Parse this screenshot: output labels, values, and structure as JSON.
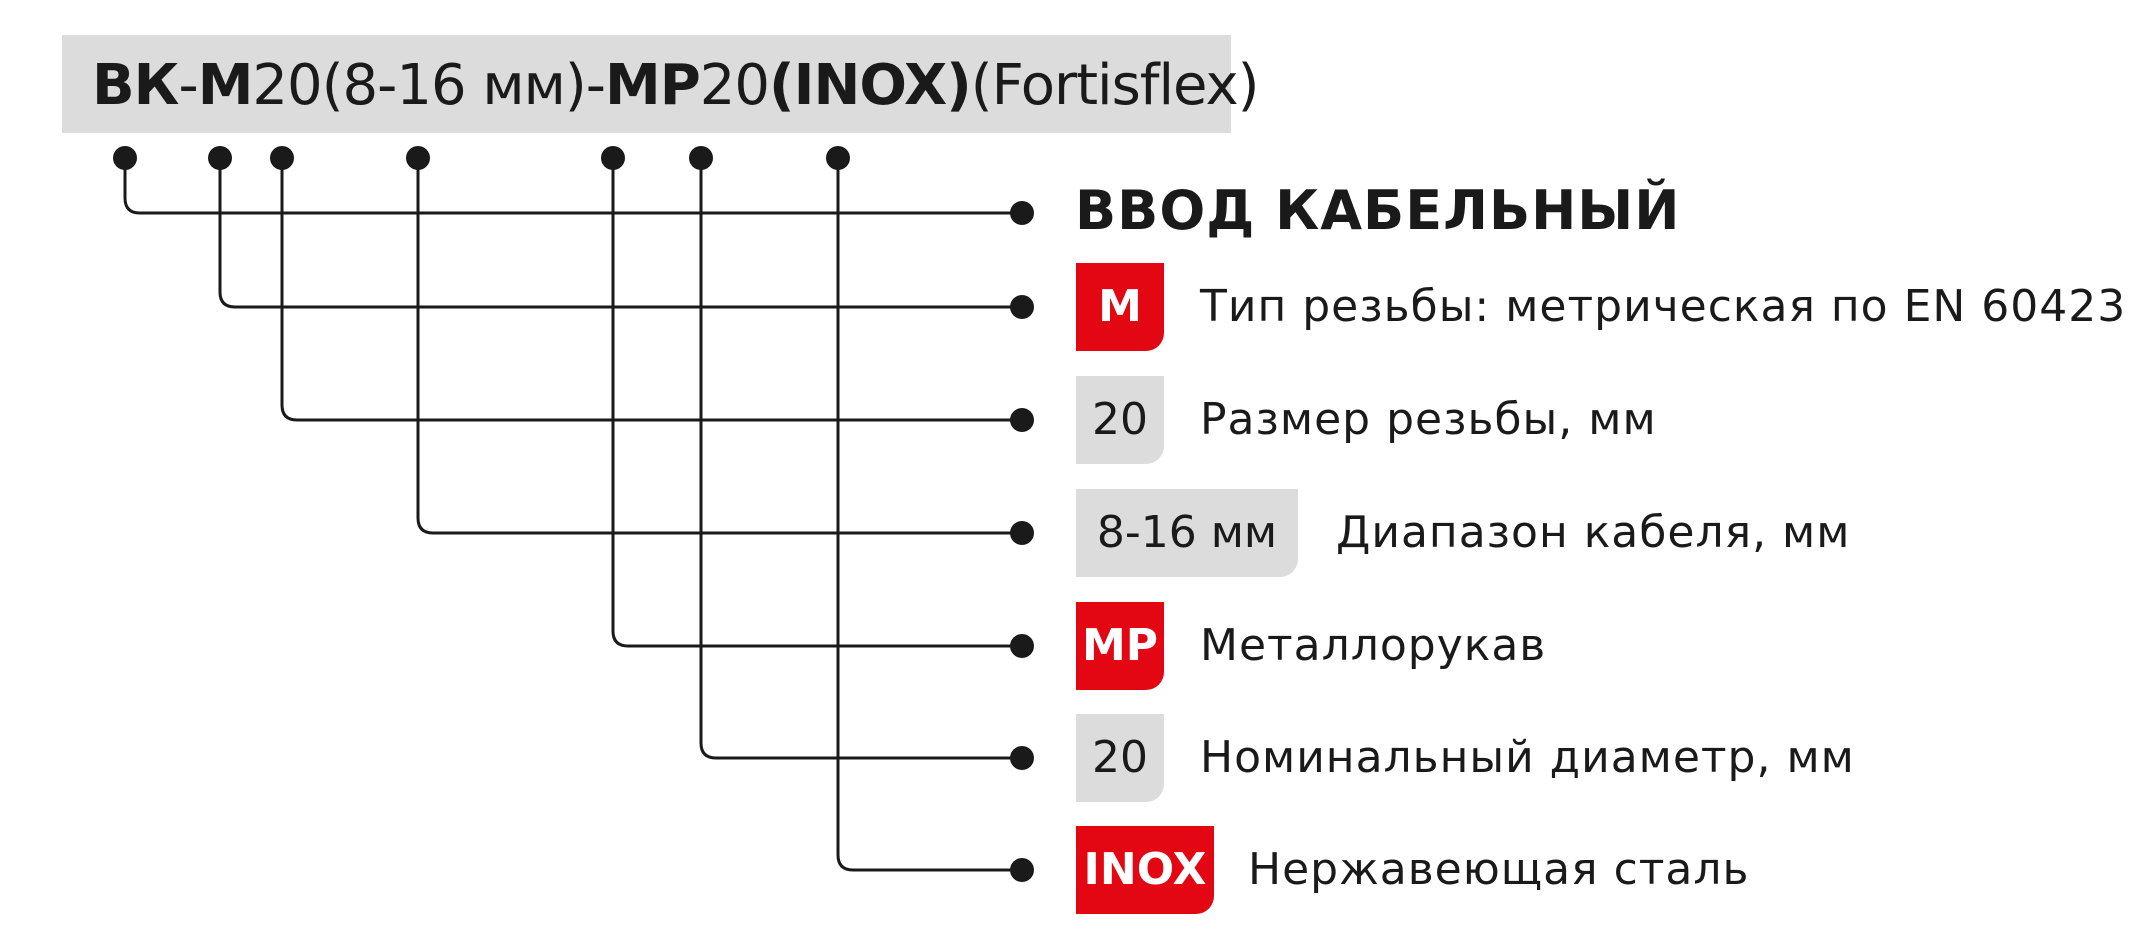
{
  "code": {
    "parts": [
      {
        "text": "ВК",
        "bold": true
      },
      {
        "text": "-",
        "bold": false
      },
      {
        "text": "М",
        "bold": true
      },
      {
        "text": "20",
        "bold": false
      },
      {
        "text": "(8-16 мм)",
        "bold": false
      },
      {
        "text": "-",
        "bold": false
      },
      {
        "text": "МР",
        "bold": true
      },
      {
        "text": "20 ",
        "bold": false
      },
      {
        "text": "(INOX)",
        "bold": true
      },
      {
        "text": " (Fortisflex)",
        "bold": false
      }
    ]
  },
  "heading": "ВВОД КАБЕЛЬНЫЙ",
  "rows": [
    {
      "badge": "М",
      "badge_style": "red",
      "description": "Тип резьбы: метрическая по EN 60423"
    },
    {
      "badge": "20",
      "badge_style": "grey",
      "description": "Размер резьбы, мм"
    },
    {
      "badge": "8-16 мм",
      "badge_style": "grey",
      "description": "Диапазон кабеля, мм"
    },
    {
      "badge": "МР",
      "badge_style": "red",
      "description": "Металлорукав"
    },
    {
      "badge": "20",
      "badge_style": "grey",
      "description": "Номинальный диаметр, мм"
    },
    {
      "badge": "INOX",
      "badge_style": "red",
      "description": "Нержавеющая сталь"
    }
  ],
  "colors": {
    "accent_red": "#e30613",
    "badge_grey": "#dcdcdc",
    "line_black": "#1a1a1a"
  }
}
